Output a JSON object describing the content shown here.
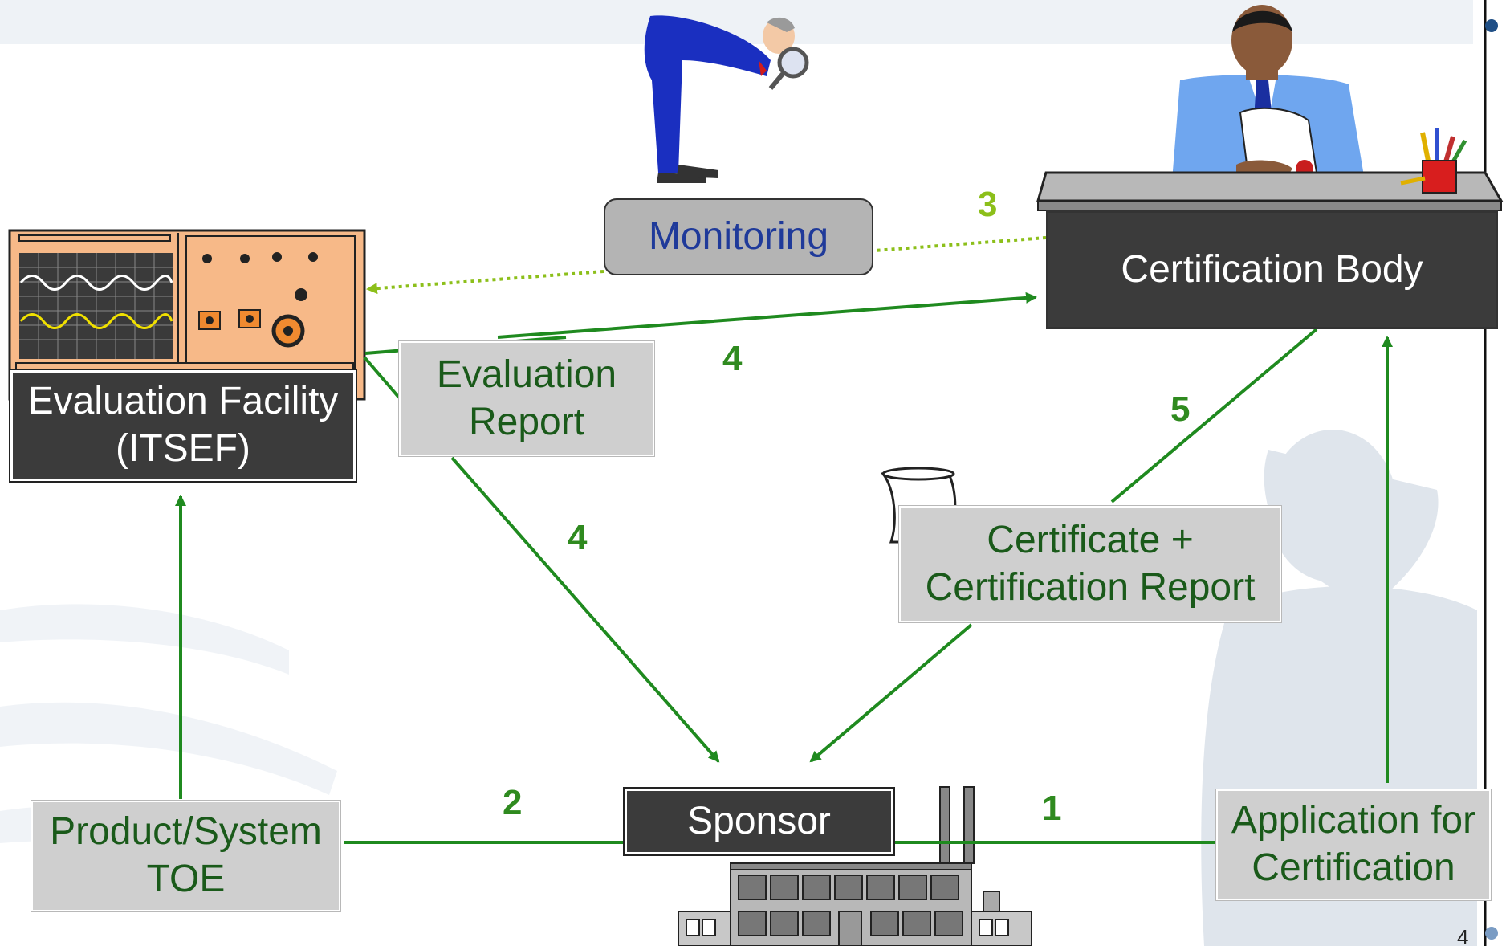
{
  "slide": {
    "title_fragment": "business",
    "page_number": "4"
  },
  "nodes": {
    "monitoring": "Monitoring",
    "certification_body": "Certification Body",
    "evaluation_facility": [
      "Evaluation Facility",
      "(ITSEF)"
    ],
    "evaluation_report": [
      "Evaluation",
      "Report"
    ],
    "certificate": [
      "Certificate +",
      "Certification Report"
    ],
    "product": [
      "Product/System",
      "TOE"
    ],
    "sponsor": "Sponsor",
    "application": [
      "Application for",
      "Certification"
    ]
  },
  "steps": {
    "s1": "1",
    "s2": "2",
    "s3": "3",
    "s4a": "4",
    "s4b": "4",
    "s5": "5"
  },
  "colors": {
    "arrow_green": "#1f8a1f",
    "dotted_lime": "#8cbf1a",
    "node_text_green": "#1a5a1a",
    "monitoring_text": "#1f3a9a",
    "dark_box": "#3b3b3b"
  },
  "icons": [
    "inspector-person-icon",
    "certifier-person-icon",
    "pencil-cup-icon",
    "oscilloscope-icon",
    "scroll-certificate-icon",
    "factory-icon",
    "silhouette-icon"
  ]
}
